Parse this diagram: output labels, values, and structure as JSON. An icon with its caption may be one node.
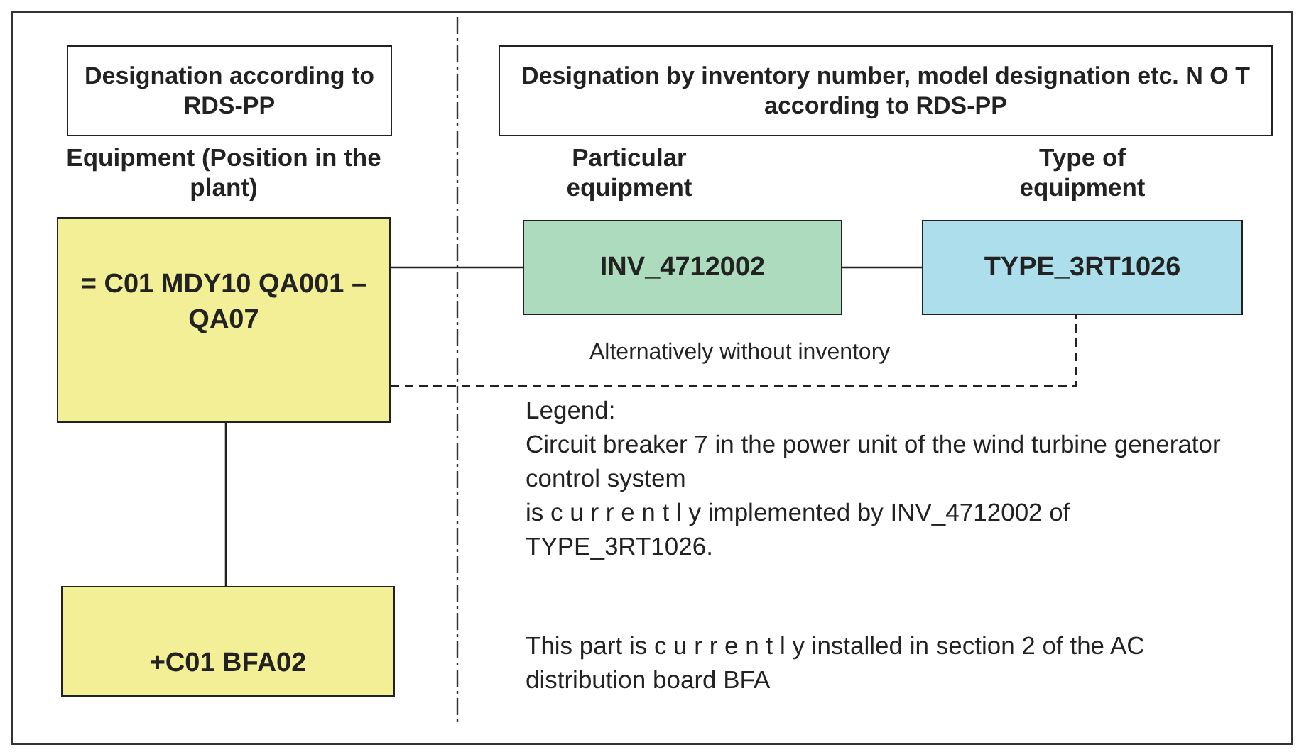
{
  "diagram": {
    "nodes": [
      {
        "text": [
          "Designation according to RDS-PP"
        ]
      },
      {
        "text": [
          "Designation by inventory number, model designation etc. N O T according to RDS-PP"
        ]
      },
      {
        "text": [
          "Equipment (Position in the plant)",
          "= C01 MDY10 QA001 –QA07"
        ]
      },
      {
        "text": [
          "Particular equipment",
          "INV_4712002"
        ]
      },
      {
        "text": [
          "Type of equipment",
          "TYPE_3RT1026"
        ]
      },
      {
        "text": [
          "+C01 BFA02"
        ]
      }
    ],
    "edges": [
      {
        "from": 2,
        "to": 3,
        "arrow": "none"
      },
      {
        "from": 3,
        "to": 4,
        "arrow": "none"
      },
      {
        "from": 2,
        "to": 4,
        "arrow": "none",
        "style": "dashed",
        "label": "Alternatively without inventory"
      },
      {
        "from": 2,
        "to": 5,
        "arrow": "none"
      }
    ],
    "labels": [
      "Legend:",
      "Circuit breaker 7 in the power unit of the wind turbine generator control system",
      "is c u r r e n t l y implemented by INV_4712002 of TYPE_3RT1026.",
      "This part is c u r r e n t l y installed in section 2 of the AC distribution board BFA"
    ]
  }
}
